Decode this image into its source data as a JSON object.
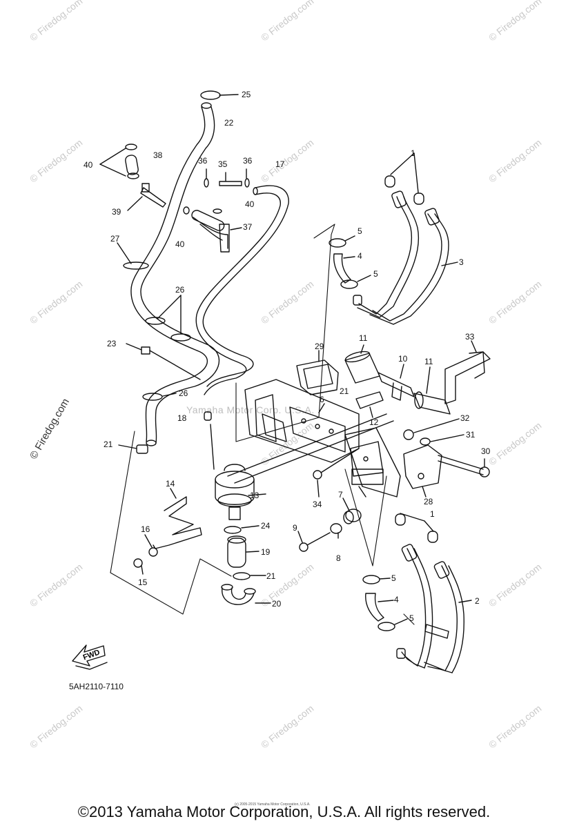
{
  "watermark": "© Firedog.com",
  "center_watermark": "Yamaha Motor Corp. U.S.A.",
  "part_code": "5AH2110-7110",
  "fwd_label": "FWD",
  "footer_small": "(c) 2005-2015 Yamaha Motor Corporation, U.S.A.",
  "copyright": "©2013 Yamaha Motor Corporation, U.S.A. All rights reserved.",
  "callouts": {
    "c1a": "1",
    "c1b": "1",
    "c2": "2",
    "c3": "3",
    "c4a": "4",
    "c4b": "4",
    "c5a": "5",
    "c5b": "5",
    "c5c": "5",
    "c5d": "5",
    "c6": "6",
    "c7": "7",
    "c8": "8",
    "c9": "9",
    "c10": "10",
    "c11a": "11",
    "c11b": "11",
    "c12": "12",
    "c13": "13",
    "c14": "14",
    "c15": "15",
    "c16": "16",
    "c17": "17",
    "c18": "18",
    "c19": "19",
    "c20": "20",
    "c21a": "21",
    "c21b": "21",
    "c21c": "21",
    "c22": "22",
    "c23": "23",
    "c24": "24",
    "c25": "25",
    "c26a": "26",
    "c26b": "26",
    "c27": "27",
    "c28": "28",
    "c29": "29",
    "c30": "30",
    "c31": "31",
    "c32": "32",
    "c33": "33",
    "c34": "34",
    "c35": "35",
    "c36a": "36",
    "c36b": "36",
    "c37": "37",
    "c38": "38",
    "c39": "39",
    "c40a": "40",
    "c40b": "40",
    "c40c": "40"
  }
}
